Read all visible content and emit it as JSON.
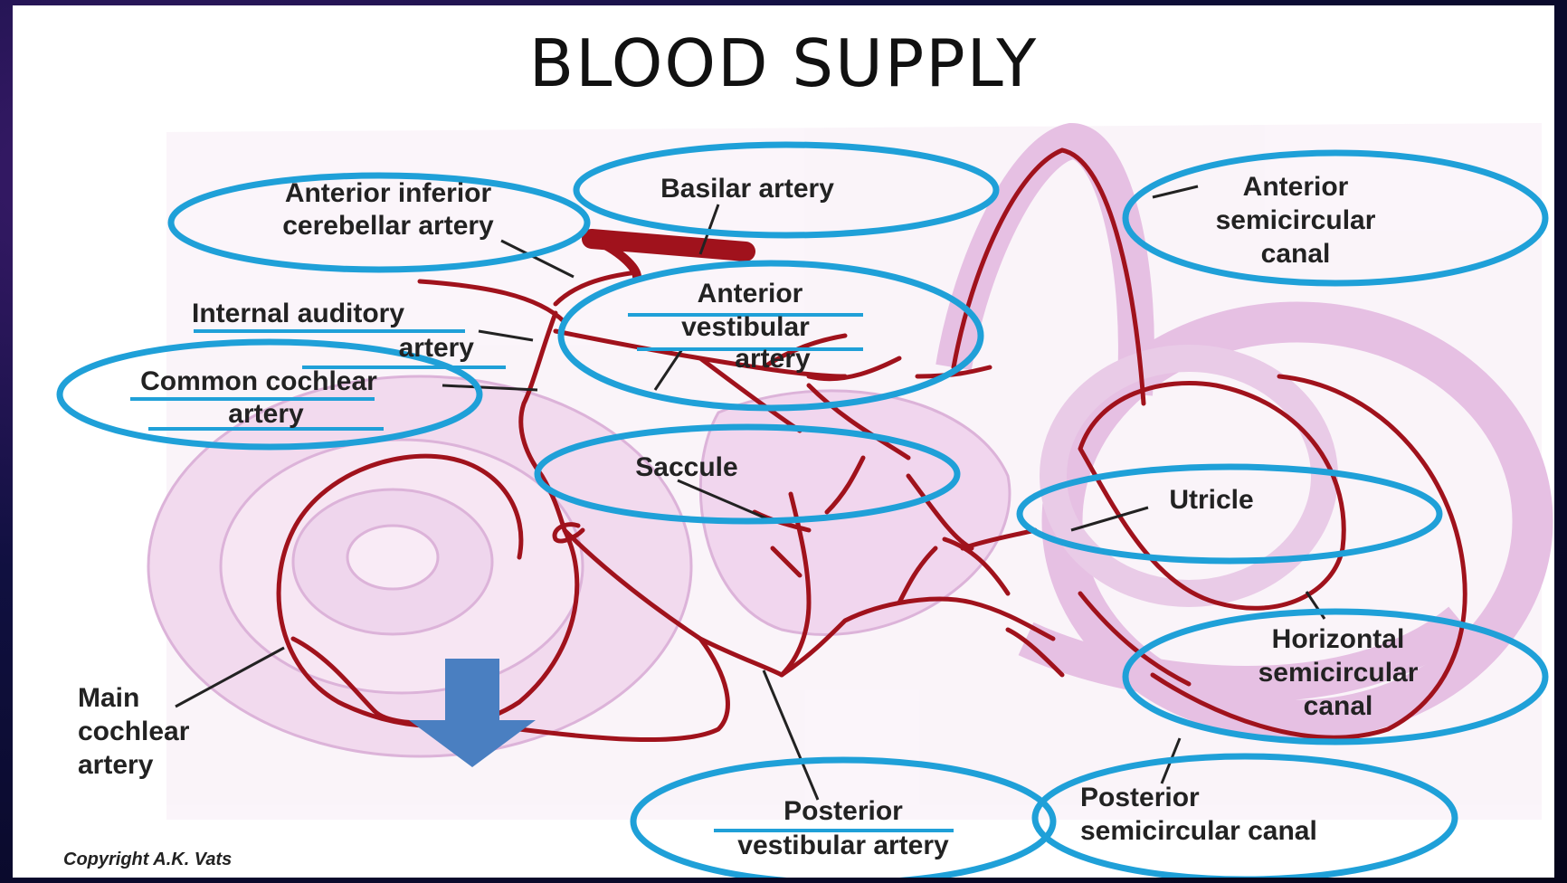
{
  "title": "BLOOD SUPPLY",
  "labels": {
    "aica_line1": "Anterior inferior",
    "aica_line2": "cerebellar artery",
    "basilar": "Basilar artery",
    "ant_scc_line1": "Anterior",
    "ant_scc_line2": "semicircular",
    "ant_scc_line3": "canal",
    "iaa_line1": "Internal auditory",
    "iaa_line2": "artery",
    "ava_line1": "Anterior",
    "ava_line2": "vestibular",
    "ava_line3": "artery",
    "cca_line1": "Common cochlear",
    "cca_line2": "artery",
    "saccule": "Saccule",
    "utricle": "Utricle",
    "mca_line1": "Main",
    "mca_line2": "cochlear",
    "mca_line3": "artery",
    "hscc_line1": "Horizontal",
    "hscc_line2": "semicircular",
    "hscc_line3": "canal",
    "pva_line1": "Posterior",
    "pva_line2": "vestibular artery",
    "pscc_line1": "Posterior",
    "pscc_line2": "semicircular canal"
  },
  "copyright": "Copyright A.K. Vats",
  "colors": {
    "artery": "#a0121c",
    "highlight_ellipse": "#1fa0d8",
    "labyrinth": "#e7c6e6",
    "arrow": "#4a7fc1"
  },
  "icons": {
    "arrow": "down-arrow-icon"
  }
}
